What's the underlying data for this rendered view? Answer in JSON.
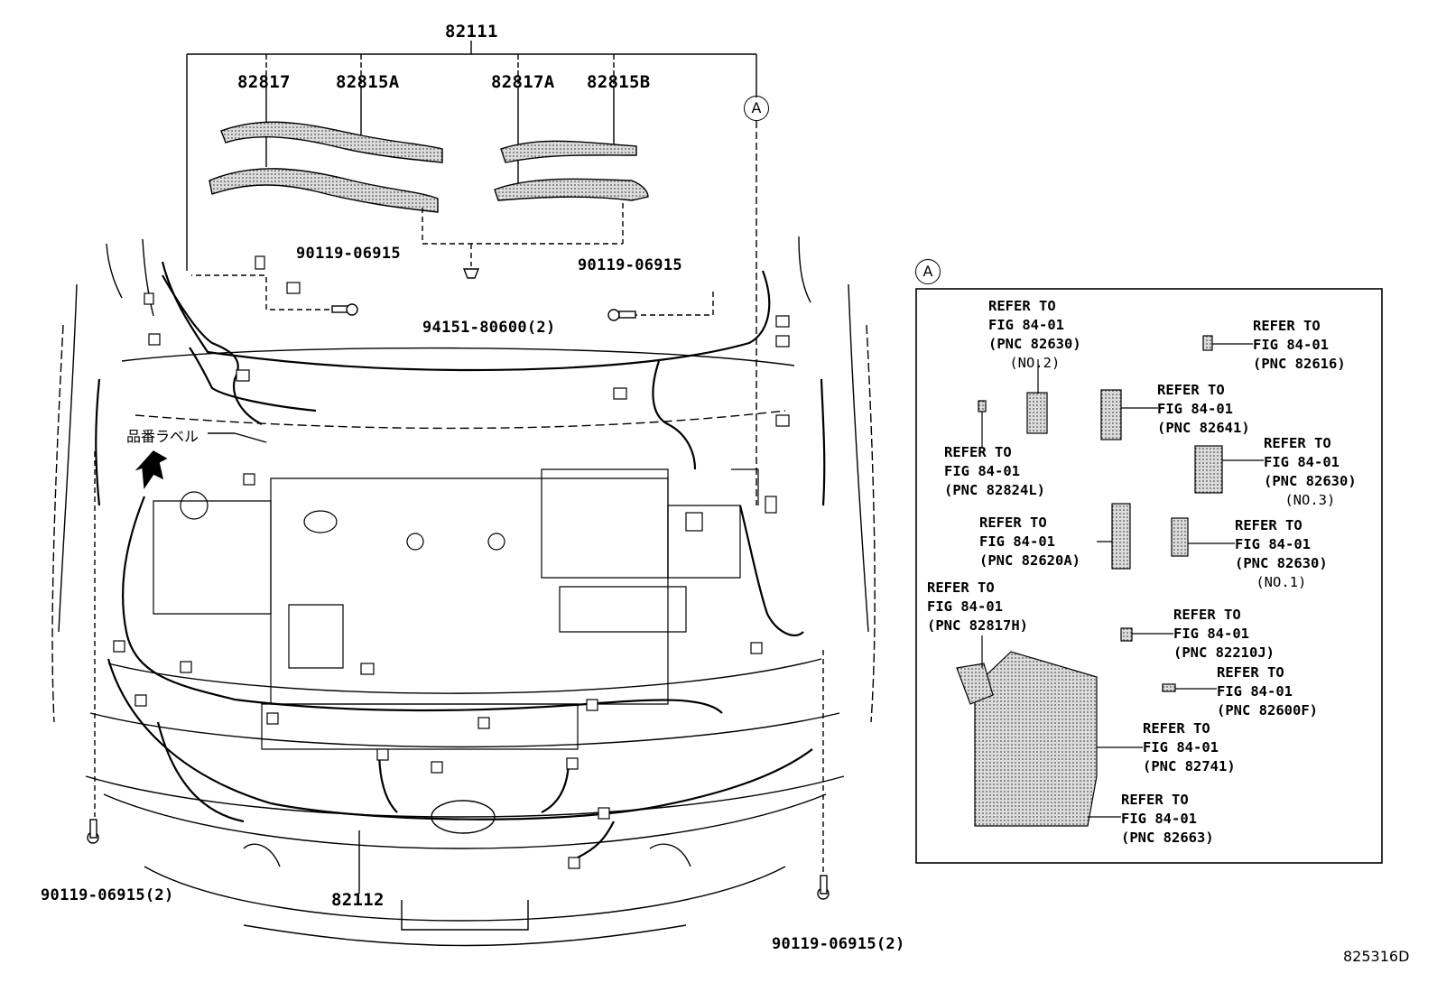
{
  "parts": {
    "harness_assy_top": "82111",
    "wire_82817": "82817",
    "wire_82815A": "82815A",
    "wire_82817A": "82817A",
    "wire_82815B": "82815B",
    "clip_94151": "94151-80600(2)",
    "bolt_left_top": "90119-06915",
    "bolt_right_top": "90119-06915",
    "bolt_left_bottom": "90119-06915(2)",
    "bolt_right_bottom": "90119-06915(2)",
    "harness_bottom": "82112"
  },
  "jp_label": "品番ラベル",
  "callout_marker": "A",
  "diagram_id": "825316D",
  "inset": {
    "marker": "A",
    "refs": [
      {
        "line1": "REFER TO",
        "line2": "FIG 84-01",
        "line3": "(PNC 82630)",
        "sub": "(NO.2)"
      },
      {
        "line1": "REFER TO",
        "line2": "FIG 84-01",
        "line3": "(PNC 82616)",
        "sub": ""
      },
      {
        "line1": "REFER TO",
        "line2": "FIG 84-01",
        "line3": "(PNC 82641)",
        "sub": ""
      },
      {
        "line1": "REFER TO",
        "line2": "FIG 84-01",
        "line3": "(PNC 82824L)",
        "sub": ""
      },
      {
        "line1": "REFER TO",
        "line2": "FIG 84-01",
        "line3": "(PNC 82630)",
        "sub": "(NO.3)"
      },
      {
        "line1": "REFER TO",
        "line2": "FIG 84-01",
        "line3": "(PNC 82620A)",
        "sub": ""
      },
      {
        "line1": "REFER TO",
        "line2": "FIG 84-01",
        "line3": "(PNC 82630)",
        "sub": "(NO.1)"
      },
      {
        "line1": "REFER TO",
        "line2": "FIG 84-01",
        "line3": "(PNC 82817H)",
        "sub": ""
      },
      {
        "line1": "REFER TO",
        "line2": "FIG 84-01",
        "line3": "(PNC 82210J)",
        "sub": ""
      },
      {
        "line1": "REFER TO",
        "line2": "FIG 84-01",
        "line3": "(PNC 82600F)",
        "sub": ""
      },
      {
        "line1": "REFER TO",
        "line2": "FIG 84-01",
        "line3": "(PNC 82741)",
        "sub": ""
      },
      {
        "line1": "REFER TO",
        "line2": "FIG 84-01",
        "line3": "(PNC 82663)",
        "sub": ""
      }
    ]
  }
}
